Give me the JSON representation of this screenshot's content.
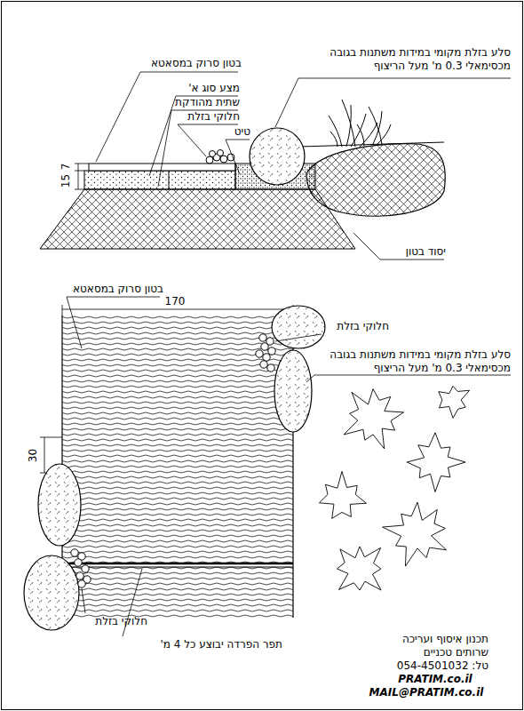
{
  "diagram": {
    "labels": [
      "בטון סרוק במסאטא",
      "סלע בזלת מקומי במידות משתנות בגובה מכסימאלי 0.3 מ' מעל הריצוף",
      "מצע סוג א'",
      "שתית מהודקת",
      "חלוקי בזלת",
      "טיט",
      "15",
      "7",
      "יסוד בטון",
      "בטון סרוק במסאטא",
      "170",
      "חלוקי בזלת",
      "סלע בזלת מקומי במידות משתנות בגובה מכסימאלי 0.3 מ' מעל הריצוף",
      "30",
      "חלוקי בזלת",
      "תפר הפרדה יבוצע כל 4 מ'",
      "תכנון איסוף ועריכה",
      "שרותים טכניים",
      "טל: 054-4501032",
      "PRATIM.co.il",
      "MAIL@PRATIM.co.il"
    ]
  }
}
